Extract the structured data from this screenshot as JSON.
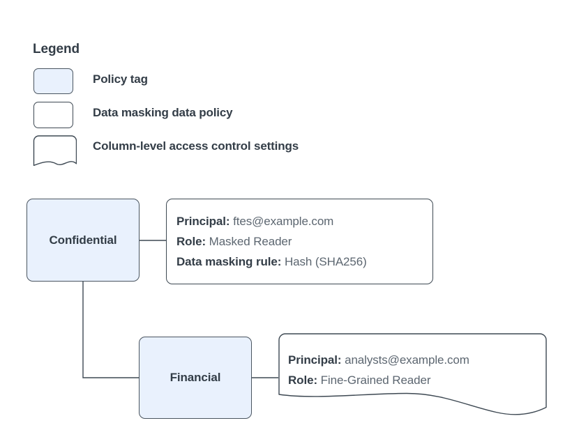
{
  "legend": {
    "title": "Legend",
    "items": [
      {
        "label": "Policy tag",
        "shape": "rounded-rect-filled",
        "fill": "#e9f1fd"
      },
      {
        "label": "Data masking data policy",
        "shape": "rounded-rect",
        "fill": "#ffffff"
      },
      {
        "label": "Column-level access control settings",
        "shape": "document",
        "fill": "#ffffff"
      }
    ]
  },
  "diagram": {
    "nodes": [
      {
        "id": "confidential",
        "label": "Confidential"
      },
      {
        "id": "financial",
        "label": "Financial"
      }
    ],
    "callouts": [
      {
        "id": "confidential-policy",
        "shape": "rounded-rect",
        "rows": [
          {
            "key": "Principal:",
            "value": "ftes@example.com"
          },
          {
            "key": "Role:",
            "value": "Masked Reader"
          },
          {
            "key": "Data masking rule:",
            "value": "Hash (SHA256)"
          }
        ]
      },
      {
        "id": "financial-access",
        "shape": "document",
        "rows": [
          {
            "key": "Principal:",
            "value": "analysts@example.com"
          },
          {
            "key": "Role:",
            "value": "Fine-Grained Reader"
          }
        ]
      }
    ]
  },
  "colors": {
    "node_fill": "#e9f1fd",
    "stroke": "#3d4852",
    "text": "#333d47",
    "value_text": "#5c6670",
    "background": "#ffffff"
  }
}
